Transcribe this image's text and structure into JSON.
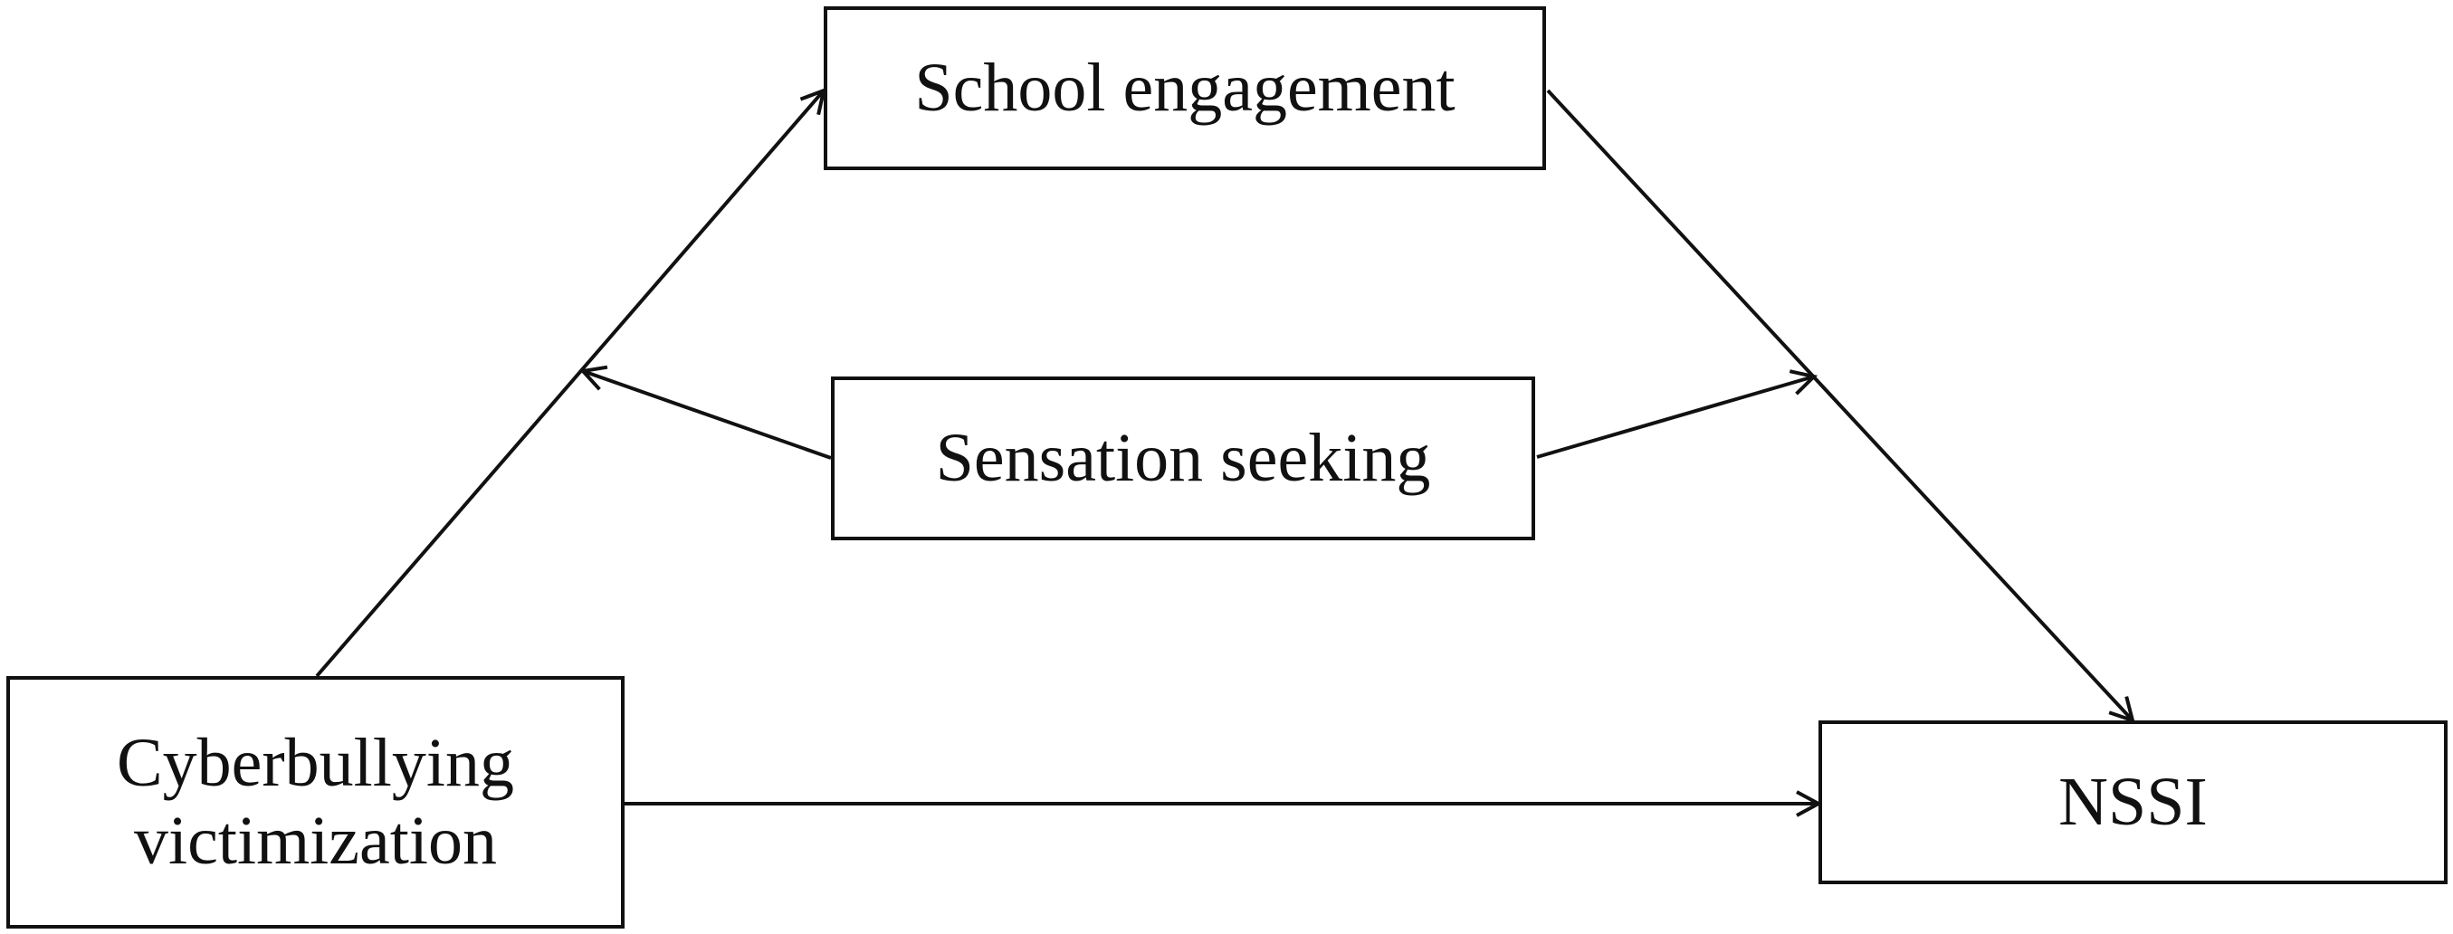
{
  "nodes": {
    "school_engagement": {
      "label": "School engagement"
    },
    "sensation_seeking": {
      "label": "Sensation seeking"
    },
    "cyberbullying": {
      "line1": "Cyberbullying",
      "line2": "victimization"
    },
    "nssi": {
      "label": "NSSI"
    }
  },
  "colors": {
    "stroke": "#111111",
    "background": "#ffffff"
  }
}
